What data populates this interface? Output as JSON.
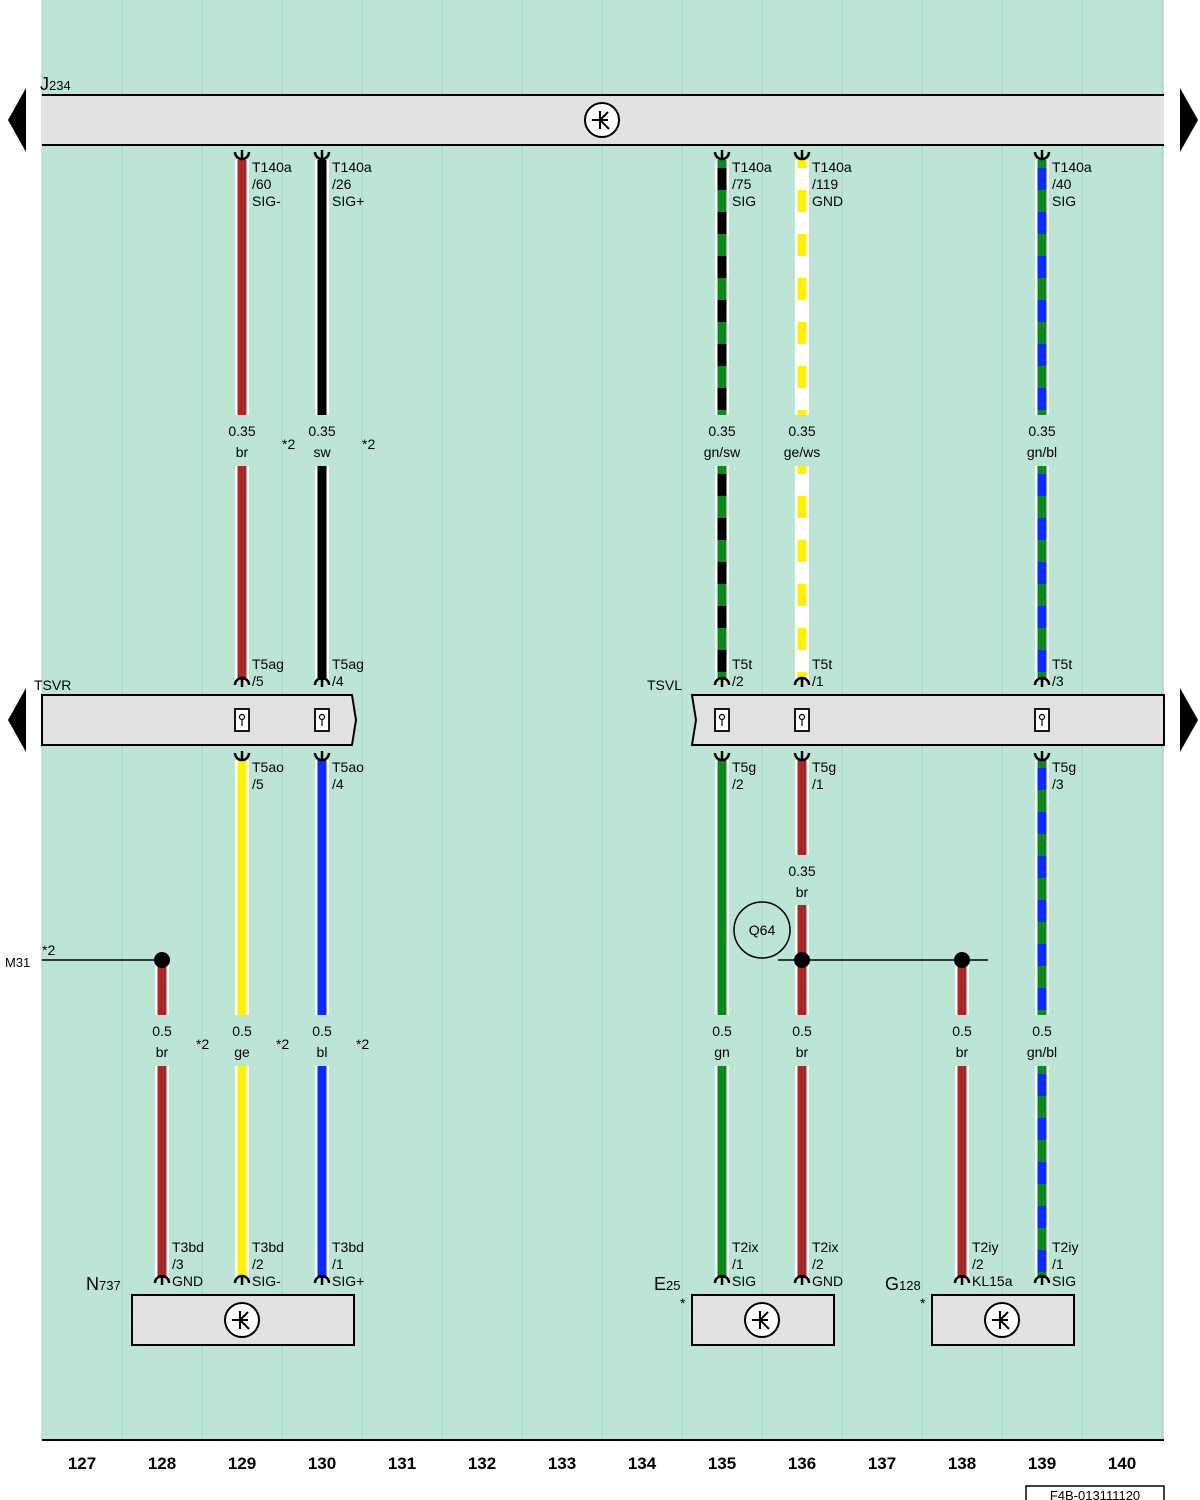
{
  "diagram": {
    "doc_id": "F4B-013111120",
    "columns": [
      "127",
      "128",
      "129",
      "130",
      "131",
      "132",
      "133",
      "134",
      "135",
      "136",
      "137",
      "138",
      "139",
      "140"
    ],
    "components": [
      {
        "id": "J234",
        "name": "J",
        "sub": "234"
      },
      {
        "id": "N737",
        "name": "N",
        "sub": "737",
        "mark": ""
      },
      {
        "id": "E25",
        "name": "E",
        "sub": "25",
        "mark": "*"
      },
      {
        "id": "G128",
        "name": "G",
        "sub": "128",
        "mark": "*"
      }
    ],
    "bulkheads": [
      {
        "id": "TSVR",
        "label": "TSVR"
      },
      {
        "id": "TSVL",
        "label": "TSVL"
      }
    ],
    "ground_point": {
      "label": "M31",
      "note": "*2"
    },
    "splice_label": "Q64",
    "upper_wires": [
      {
        "col": "129",
        "connector": "T140a",
        "pin": "/60",
        "signal": "SIG-",
        "size": "0.35",
        "color_code": "br",
        "colors": [
          "#a82828"
        ],
        "note": "*2",
        "lower_connector": "T5ag",
        "lower_pin": "/5"
      },
      {
        "col": "130",
        "connector": "T140a",
        "pin": "/26",
        "signal": "SIG+",
        "size": "0.35",
        "color_code": "sw",
        "colors": [
          "#000000"
        ],
        "note": "*2",
        "lower_connector": "T5ag",
        "lower_pin": "/4"
      },
      {
        "col": "135",
        "connector": "T140a",
        "pin": "/75",
        "signal": "SIG",
        "size": "0.35",
        "color_code": "gn/sw",
        "colors": [
          "#0a8a1a",
          "#000000"
        ],
        "note": "",
        "lower_connector": "T5t",
        "lower_pin": "/2"
      },
      {
        "col": "136",
        "connector": "T140a",
        "pin": "/119",
        "signal": "GND",
        "size": "0.35",
        "color_code": "ge/ws",
        "colors": [
          "#fff200",
          "#ffffff"
        ],
        "note": "",
        "lower_connector": "T5t",
        "lower_pin": "/1"
      },
      {
        "col": "139",
        "connector": "T140a",
        "pin": "/40",
        "signal": "SIG",
        "size": "0.35",
        "color_code": "gn/bl",
        "colors": [
          "#0a8a1a",
          "#0a2aff"
        ],
        "note": "",
        "lower_connector": "T5t",
        "lower_pin": "/3"
      }
    ],
    "lower_wires": [
      {
        "col": "128",
        "connector_top": "",
        "pin_top": "",
        "size": "0.5",
        "color_code": "br",
        "colors": [
          "#a82828"
        ],
        "note": "*2",
        "connector": "T3bd",
        "pin": "/3",
        "signal": "GND"
      },
      {
        "col": "129",
        "connector_top": "T5ao",
        "pin_top": "/5",
        "size": "0.5",
        "color_code": "ge",
        "colors": [
          "#fff200"
        ],
        "note": "*2",
        "connector": "T3bd",
        "pin": "/2",
        "signal": "SIG-"
      },
      {
        "col": "130",
        "connector_top": "T5ao",
        "pin_top": "/4",
        "size": "0.5",
        "color_code": "bl",
        "colors": [
          "#0a2aff"
        ],
        "note": "*2",
        "connector": "T3bd",
        "pin": "/1",
        "signal": "SIG+"
      },
      {
        "col": "135",
        "connector_top": "T5g",
        "pin_top": "/2",
        "size": "0.5",
        "color_code": "gn",
        "colors": [
          "#0a8a1a"
        ],
        "note": "",
        "connector": "T2ix",
        "pin": "/1",
        "signal": "SIG"
      },
      {
        "col": "136",
        "connector_top": "",
        "pin_top": "",
        "size": "0.5",
        "color_code": "br",
        "colors": [
          "#a82828"
        ],
        "note": "",
        "connector": "T2ix",
        "pin": "/2",
        "signal": "GND"
      },
      {
        "col": "138",
        "connector_top": "",
        "pin_top": "",
        "size": "0.5",
        "color_code": "br",
        "colors": [
          "#a82828"
        ],
        "note": "",
        "connector": "T2iy",
        "pin": "/2",
        "signal": "KL15a"
      },
      {
        "col": "139",
        "connector_top": "T5g",
        "pin_top": "/3",
        "size": "0.5",
        "color_code": "gn/bl",
        "colors": [
          "#0a8a1a",
          "#0a2aff"
        ],
        "note": "",
        "connector": "T2iy",
        "pin": "/1",
        "signal": "SIG"
      }
    ],
    "mid_wire": {
      "col": "136",
      "connector_top": "T5g",
      "pin_top": "/1",
      "size": "0.35",
      "color_code": "br",
      "colors": [
        "#a82828"
      ]
    }
  }
}
